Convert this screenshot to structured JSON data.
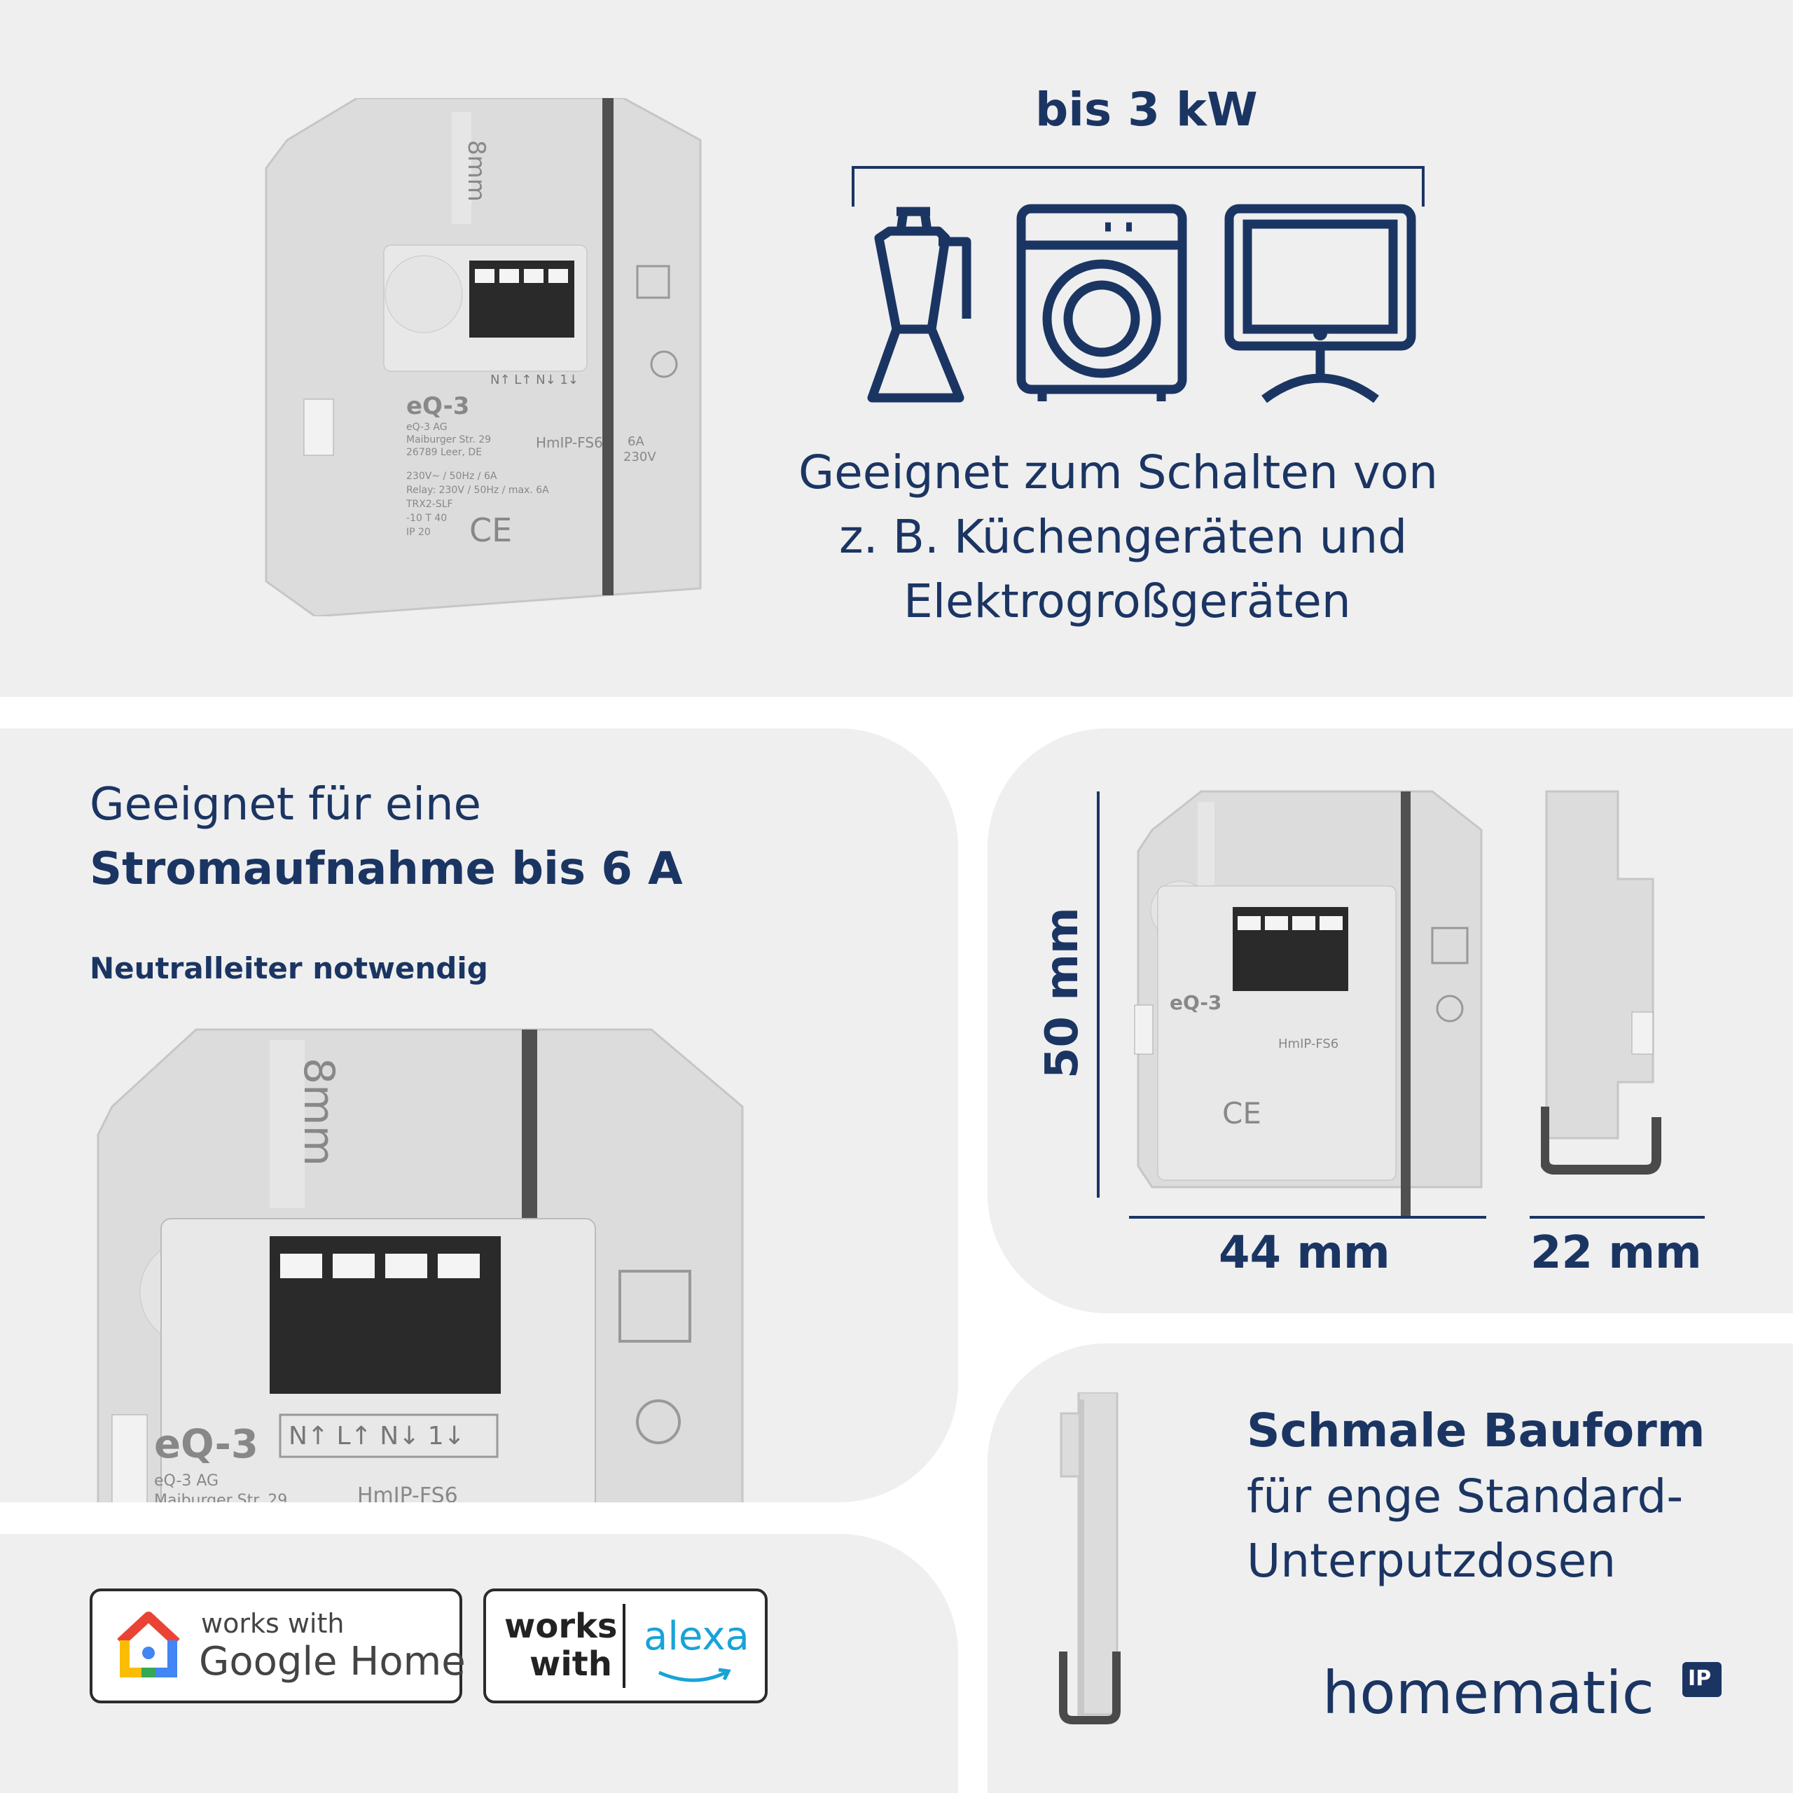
{
  "top": {
    "power_heading": "bis 3 kW",
    "desc_line1": "Geeignet zum Schalten von",
    "desc_line2": "z. B. Küchengeräten und",
    "desc_line3": "Elektrogroßgeräten"
  },
  "current": {
    "line1": "Geeignet für eine",
    "line2": "Stromaufnahme bis 6 A",
    "note": "Neutralleiter notwendig"
  },
  "dimensions": {
    "height": "50 mm",
    "width": "44 mm",
    "depth": "22 mm"
  },
  "form": {
    "title": "Schmale Bauform",
    "line1": "für enge Standard-",
    "line2": "Unterputzdosen"
  },
  "device": {
    "brand": "eQ-3",
    "company": "eQ-3 AG",
    "street": "Maiburger Str. 29",
    "city": "26789 Leer, DE",
    "model": "HmIP-FS6",
    "spec1": "230V~ / 50Hz / 6A",
    "spec2": "Relay: 230V / 50Hz / max. 6A",
    "spec3": "TRX2-SLF",
    "spec4": "-10 T 40",
    "spec5": "IP 20",
    "ce": "CE",
    "terminals": "N↑ L↑ N↓ 1↓",
    "rating_current": "6A",
    "rating_voltage": "230V",
    "strip": "8mm"
  },
  "badges": {
    "google_line1": "works with",
    "google_line2": "Google Home",
    "alexa_works": "works",
    "alexa_with": "with",
    "alexa_brand": "alexa"
  },
  "brand": {
    "name": "homematic",
    "suffix": "IP"
  },
  "colors": {
    "navy": "#1b3563",
    "panel": "#efefef",
    "device": "#dcdcdc"
  }
}
